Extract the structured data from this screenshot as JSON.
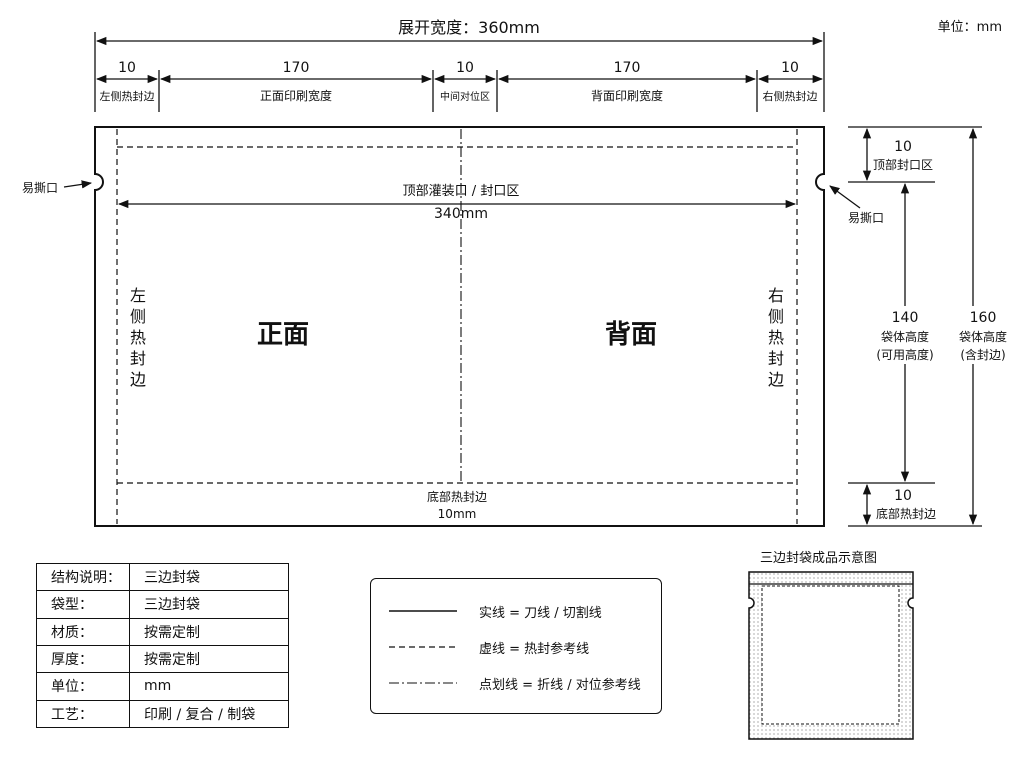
{
  "unit_note": "单位：mm",
  "top_dims": {
    "total": "展开宽度：360mm",
    "segments": [
      {
        "value": "10",
        "label": "左侧热封边"
      },
      {
        "value": "170",
        "label": "正面印刷宽度"
      },
      {
        "value": "10",
        "label": "中间对位区"
      },
      {
        "value": "170",
        "label": "背面印刷宽度"
      },
      {
        "value": "10",
        "label": "右侧热封边"
      }
    ]
  },
  "bag": {
    "tear_left": "易撕口",
    "tear_right": "易撕口",
    "fill_zone": "顶部灌装口 / 封口区",
    "inner_width": "340mm",
    "left_seal": [
      "左",
      "侧",
      "热",
      "封",
      "边"
    ],
    "right_seal": [
      "右",
      "侧",
      "热",
      "封",
      "边"
    ],
    "front": "正面",
    "back": "背面",
    "bottom_label": "底部热封边",
    "bottom_value": "10mm"
  },
  "right_dims": {
    "top_value": "10",
    "top_label": "顶部封口区",
    "body_value": "140",
    "body_label1": "袋体高度",
    "body_label2": "(可用高度)",
    "bottom_value": "10",
    "bottom_label": "底部热封边",
    "total_value": "160",
    "total_label1": "袋体高度",
    "total_label2": "(含封边)"
  },
  "info_table": [
    {
      "key": "结构说明：",
      "value": "三边封袋"
    },
    {
      "key": "袋型：",
      "value": "三边封袋"
    },
    {
      "key": "材质：",
      "value": "按需定制"
    },
    {
      "key": "厚度：",
      "value": "按需定制"
    },
    {
      "key": "单位：",
      "value": "mm"
    },
    {
      "key": "工艺：",
      "value": "印刷 / 复合 / 制袋"
    }
  ],
  "legend": [
    {
      "style": "solid",
      "text": "实线 = 刀线 / 切割线"
    },
    {
      "style": "dashed",
      "text": "虚线 = 热封参考线"
    },
    {
      "style": "dashdot",
      "text": "点划线 = 折线 / 对位参考线"
    }
  ],
  "thumbnail_title": "三边封袋成品示意图"
}
